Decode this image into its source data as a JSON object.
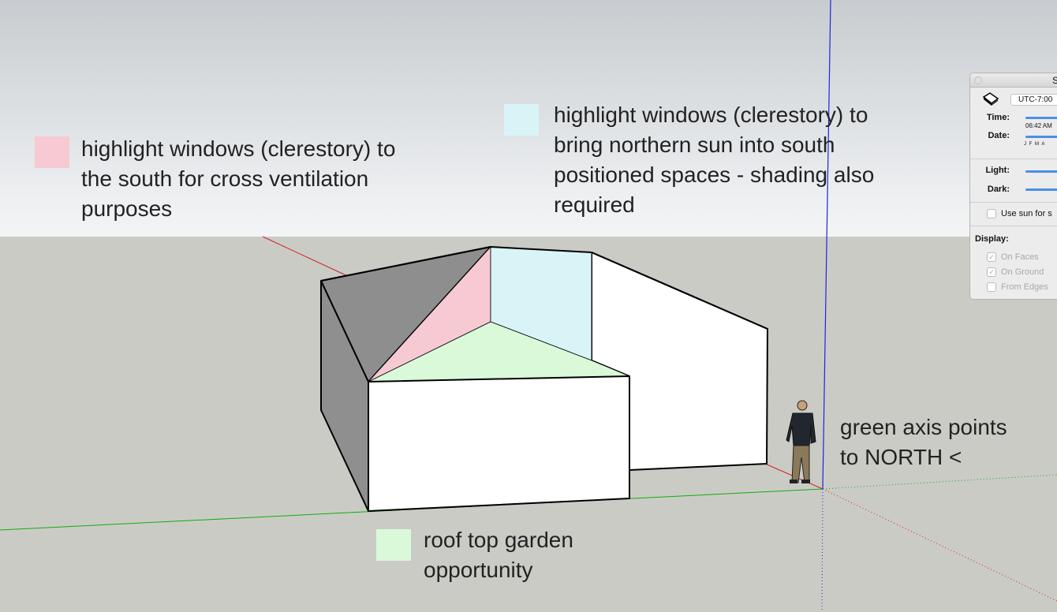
{
  "annotations": {
    "south": {
      "text_lines": [
        "highlight windows (clerestory) to",
        "the south for cross ventilation",
        "purposes"
      ],
      "swatch_color": "#f7c9d2"
    },
    "north": {
      "text_lines": [
        "highlight windows (clerestory) to",
        "bring northern sun into south",
        "positioned spaces - shading also",
        "required"
      ],
      "swatch_color": "#d8f4f7"
    },
    "garden": {
      "text_lines": [
        "roof top garden",
        "opportunity"
      ],
      "swatch_color": "#d9f9d9"
    },
    "axis": {
      "text_lines": [
        "green axis points",
        "to NORTH <"
      ]
    }
  },
  "shadows_panel": {
    "title": "S",
    "timezone": "UTC-7:00",
    "time_label": "Time:",
    "time_value": "06:42 AM",
    "date_label": "Date:",
    "months": "J F M A",
    "light_label": "Light:",
    "dark_label": "Dark:",
    "use_sun_label": "Use sun for s",
    "use_sun_checked": false,
    "display_label": "Display:",
    "display_options": [
      {
        "label": "On Faces",
        "checked": true
      },
      {
        "label": "On Ground",
        "checked": true
      },
      {
        "label": "From Edges",
        "checked": false
      }
    ]
  },
  "colors": {
    "sky": "#eef0f2",
    "ground": "#cbcbc6",
    "red_axis": "#cc2222",
    "green_axis": "#22aa22",
    "blue_axis": "#2222dd"
  }
}
